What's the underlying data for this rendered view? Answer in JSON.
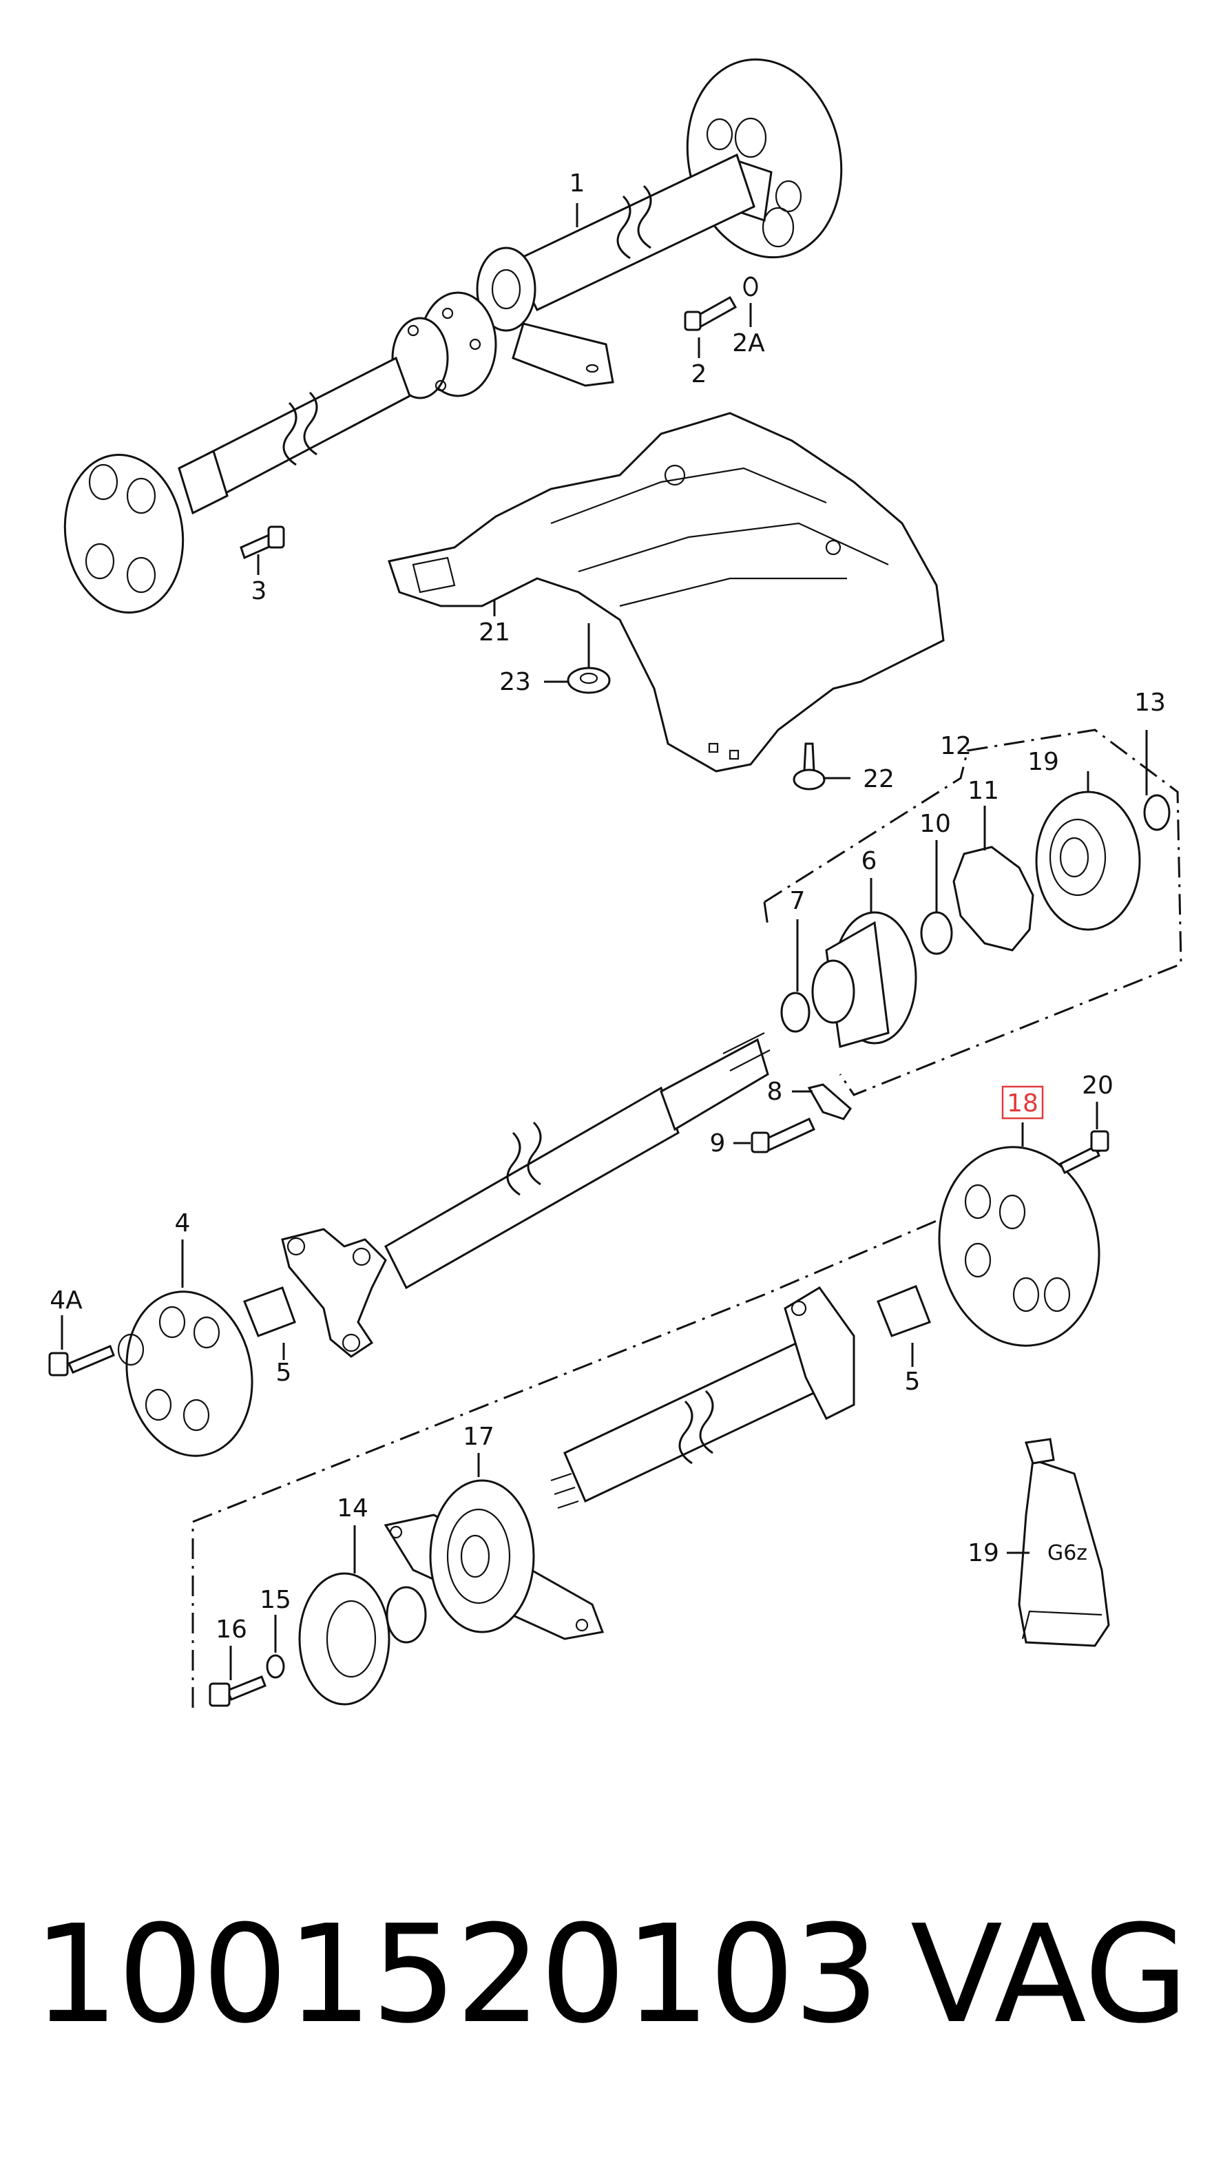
{
  "diagram": {
    "callouts": [
      {
        "id": "c1",
        "text": "1"
      },
      {
        "id": "c2",
        "text": "2"
      },
      {
        "id": "c2a",
        "text": "2A"
      },
      {
        "id": "c3",
        "text": "3"
      },
      {
        "id": "c21",
        "text": "21"
      },
      {
        "id": "c23",
        "text": "23"
      },
      {
        "id": "c22",
        "text": "22"
      },
      {
        "id": "c12",
        "text": "12"
      },
      {
        "id": "c13",
        "text": "13"
      },
      {
        "id": "c19a",
        "text": "19"
      },
      {
        "id": "c11",
        "text": "11"
      },
      {
        "id": "c10",
        "text": "10"
      },
      {
        "id": "c6",
        "text": "6"
      },
      {
        "id": "c7",
        "text": "7"
      },
      {
        "id": "c8",
        "text": "8"
      },
      {
        "id": "c9",
        "text": "9"
      },
      {
        "id": "c18",
        "text": "18"
      },
      {
        "id": "c20",
        "text": "20"
      },
      {
        "id": "c4",
        "text": "4"
      },
      {
        "id": "c4a",
        "text": "4A"
      },
      {
        "id": "c5a",
        "text": "5"
      },
      {
        "id": "c5b",
        "text": "5"
      },
      {
        "id": "c17",
        "text": "17"
      },
      {
        "id": "c14",
        "text": "14"
      },
      {
        "id": "c15",
        "text": "15"
      },
      {
        "id": "c16",
        "text": "16"
      },
      {
        "id": "c19b",
        "text": "19"
      }
    ],
    "tube_label": "G6z",
    "highlighted_callout": "18",
    "highlight_color": "#e23a3a"
  },
  "footer": {
    "part_number": "1001520103",
    "brand": "VAG"
  }
}
